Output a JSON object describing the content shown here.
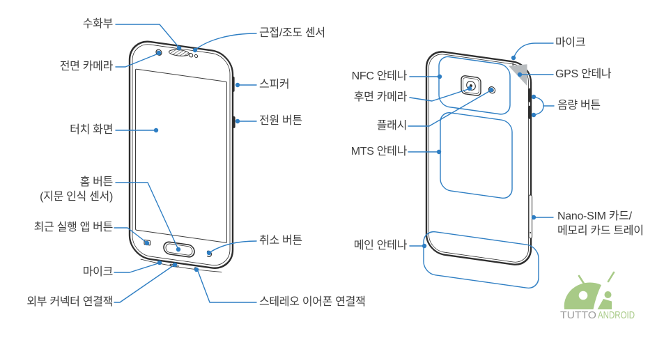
{
  "diagram_title": "device-parts-diagram",
  "colors": {
    "callout_blue": "#2E7EC3",
    "outline_dark": "#2E2E2E",
    "label_text": "#3D3D3D",
    "antenna_outline_blue": "#2E7EC3",
    "gps_area_gray": "#B7BBBE",
    "logo_green": "#A8CA87",
    "logo_gray": "#9C9C9C"
  },
  "front_view": {
    "name": "front view",
    "labels": {
      "earpiece": "수화부",
      "proximity_light_sensor": "근접/조도 센서",
      "front_camera": "전면 카메라",
      "speaker": "스피커",
      "power_button": "전원 버튼",
      "touch_screen": "터치 화면",
      "home_button_line1": "홈 버튼",
      "home_button_line2": "(지문 인식 센서)",
      "recent_apps_button": "최근 실행 앱 버튼",
      "cancel_button": "취소 버튼",
      "microphone": "마이크",
      "external_connector_jack": "외부 커넥터 연결잭",
      "stereo_earphone_jack": "스테레오 이어폰 연결잭"
    }
  },
  "back_view": {
    "name": "back view",
    "labels": {
      "microphone": "마이크",
      "nfc_antenna": "NFC 안테나",
      "gps_antenna": "GPS 안테나",
      "rear_camera": "후면 카메라",
      "volume_button": "음량 버튼",
      "flash": "플래시",
      "mts_antenna": "MTS 안테나",
      "main_antenna": "메인 안테나",
      "nano_sim_line1": "Nano-SIM 카드/",
      "nano_sim_line2": "메모리 카드 트레이"
    }
  },
  "logo": {
    "icon": "android-robot-head",
    "brand_gray_part": "TUTTO",
    "brand_green_part": "ANDROID"
  }
}
